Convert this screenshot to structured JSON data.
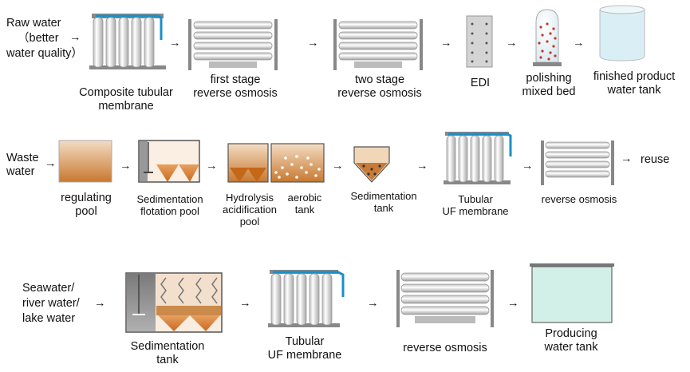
{
  "row1": {
    "input": [
      "Raw water",
      "（better",
      "water quality）"
    ],
    "steps": [
      {
        "name": [
          "Composite tubular",
          "membrane"
        ]
      },
      {
        "name": [
          "first stage",
          "reverse osmosis"
        ]
      },
      {
        "name": [
          "two stage",
          "reverse osmosis"
        ]
      },
      {
        "name": [
          "EDI"
        ]
      },
      {
        "name": [
          "polishing",
          "mixed bed"
        ]
      },
      {
        "name": [
          "finished product",
          "water tank"
        ]
      }
    ]
  },
  "row2": {
    "input": [
      "Waste",
      "water"
    ],
    "steps": [
      {
        "name": [
          "regulating",
          "pool"
        ]
      },
      {
        "name": [
          "Sedimentation",
          "flotation pool"
        ]
      },
      {
        "name": [
          "Hydrolysis",
          "acidification",
          "pool"
        ]
      },
      {
        "name": [
          "aerobic",
          "tank"
        ]
      },
      {
        "name": [
          "Sedimentation",
          "tank"
        ]
      },
      {
        "name": [
          "Tubular",
          "UF membrane"
        ]
      },
      {
        "name": [
          "reverse osmosis"
        ]
      }
    ],
    "output": "reuse"
  },
  "row3": {
    "input": [
      "Seawater/",
      "river water/",
      "lake water"
    ],
    "steps": [
      {
        "name": [
          "Sedimentation",
          "tank"
        ]
      },
      {
        "name": [
          "Tubular",
          "UF membrane"
        ]
      },
      {
        "name": [
          "reverse osmosis"
        ]
      },
      {
        "name": [
          "Producing",
          "water tank"
        ]
      }
    ]
  },
  "arrow_glyph": "→",
  "colors": {
    "pipe": "#1a8fc8",
    "brownTop": "#e8c8a8",
    "brownBottom": "#c07030",
    "waterTank": "#d6f0ec"
  }
}
